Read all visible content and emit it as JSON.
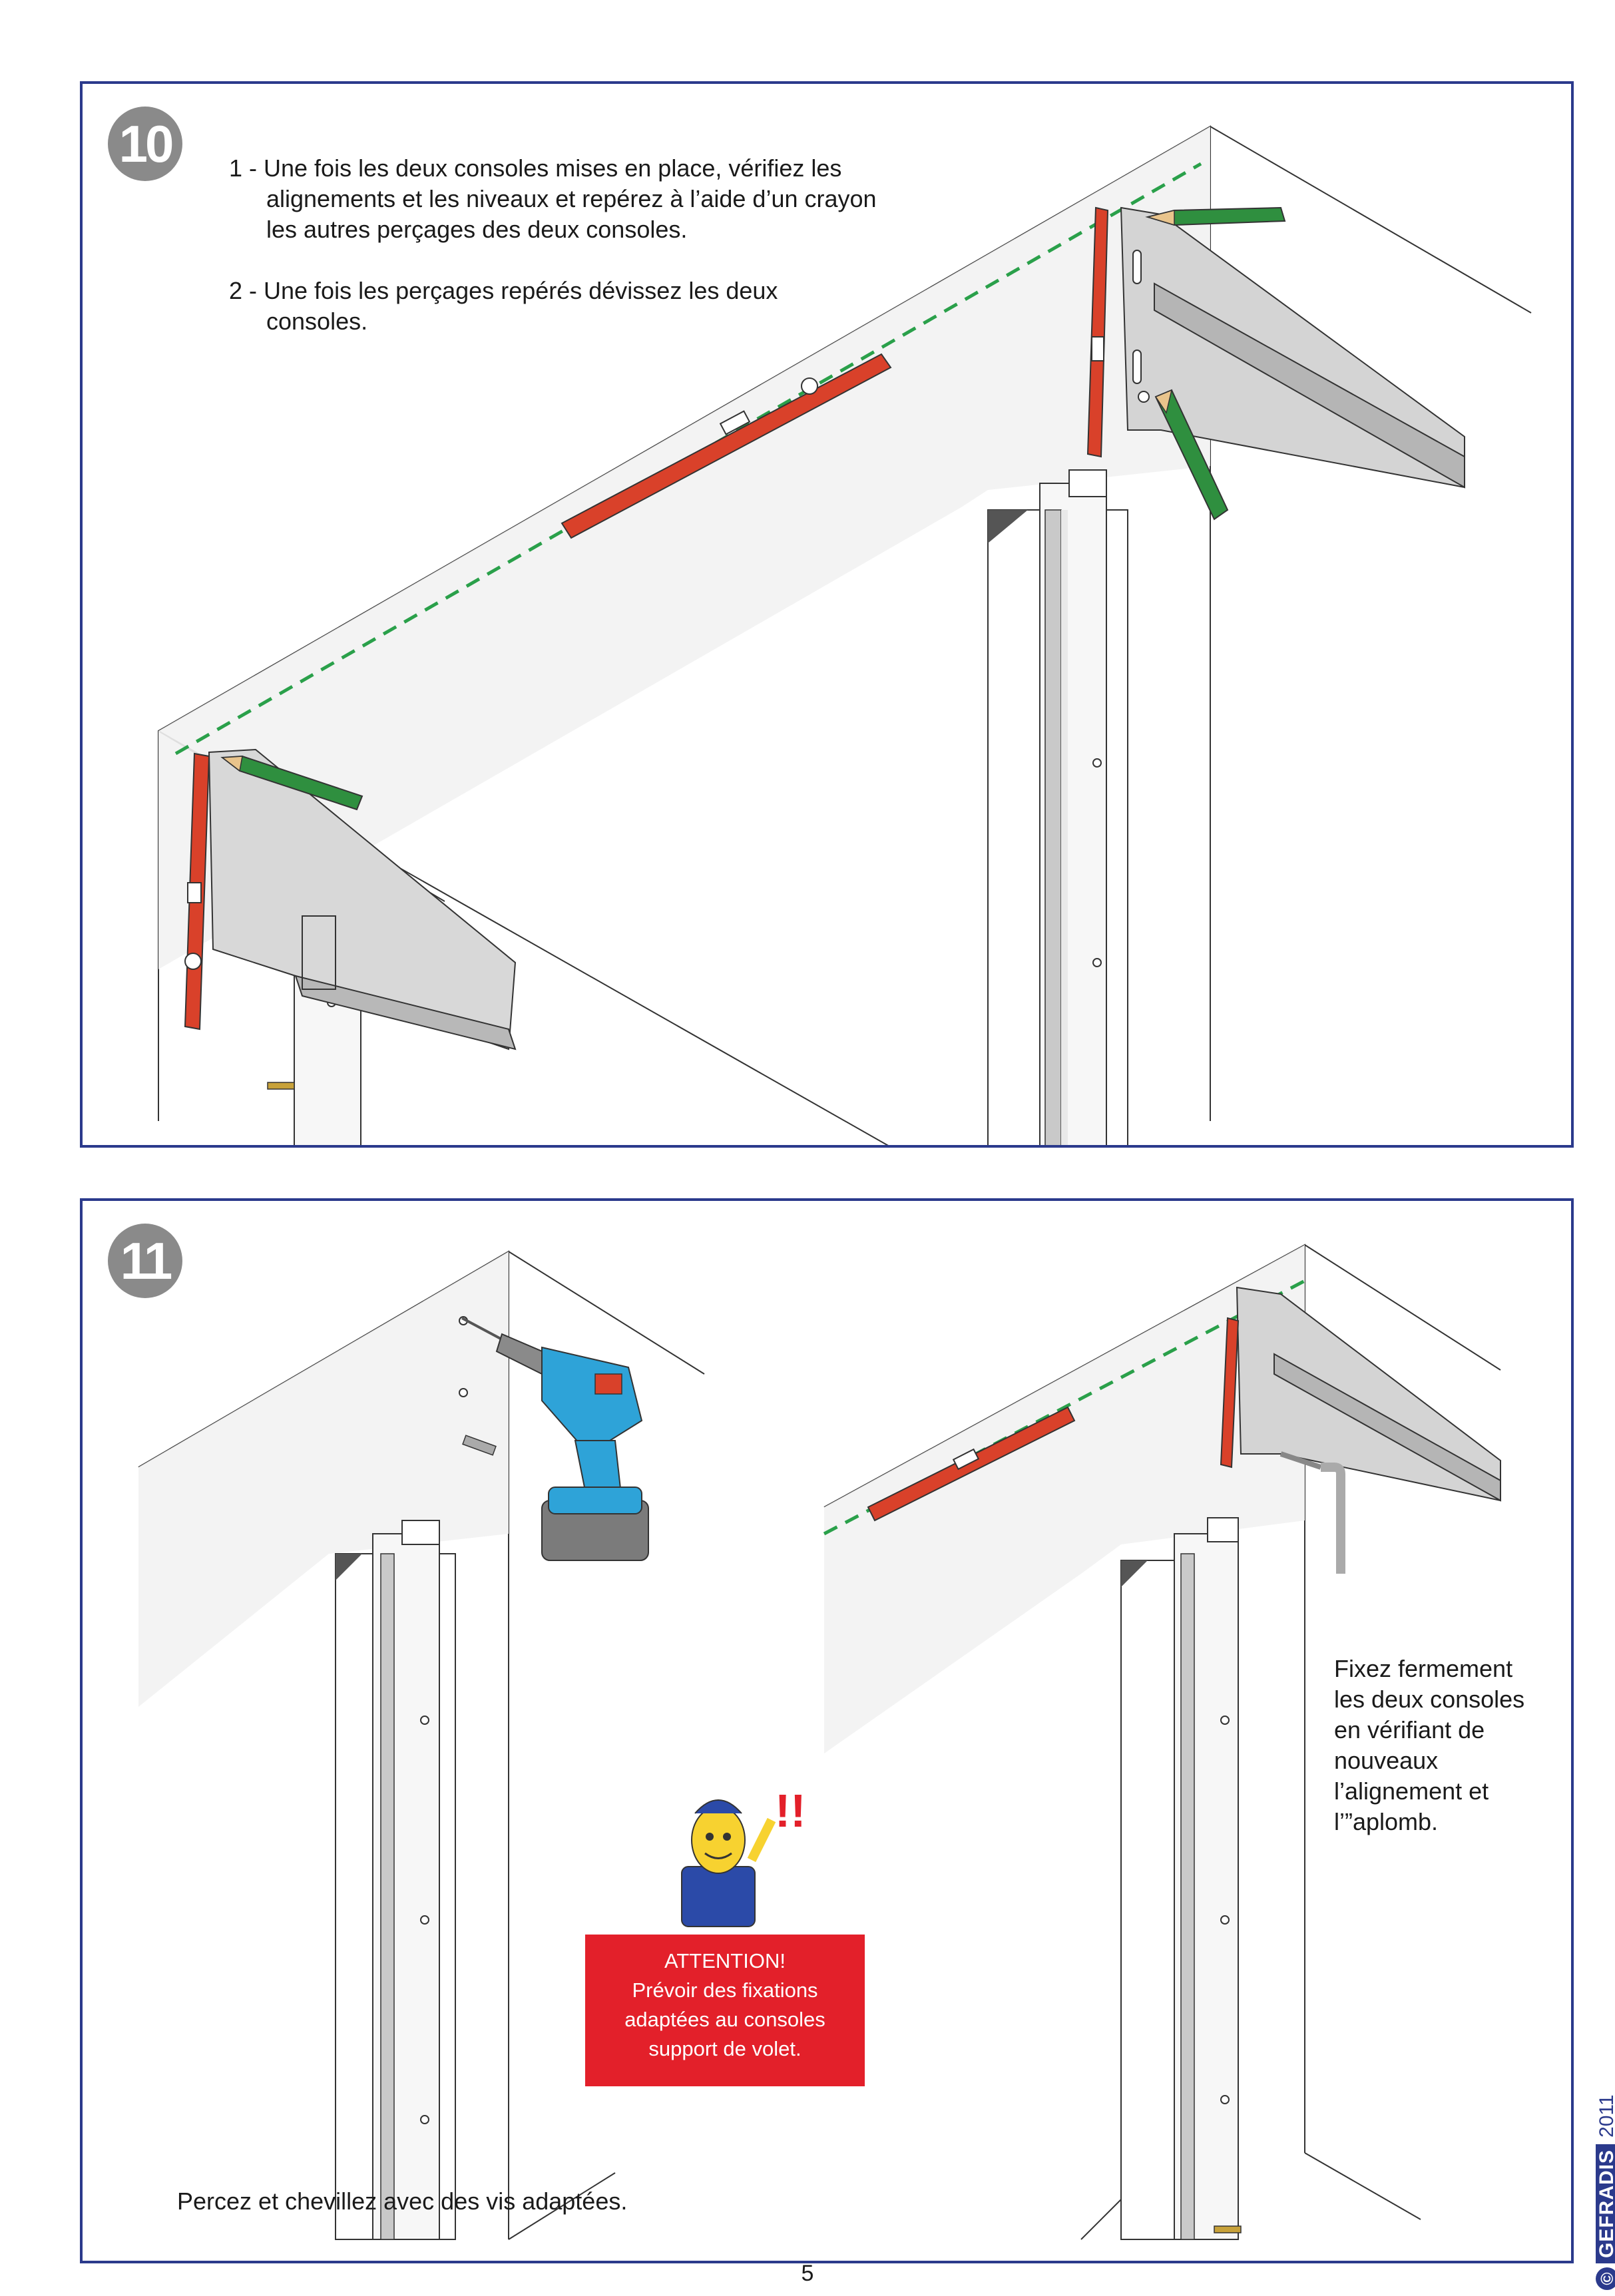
{
  "steps": [
    {
      "number": "10",
      "instructions": [
        "1 - Une fois les deux consoles mises en place, vérifiez les alignements et les niveaux et repérez à l’aide d’un crayon les autres perçages des deux consoles.",
        "2 - Une fois les perçages repérés dévissez les deux consoles."
      ]
    },
    {
      "number": "11",
      "left_caption": "Percez et chevillez avec des vis adaptées.",
      "right_caption": "Fixez fermement les deux consoles en vérifiant de nouveaux l’alignement et l’”aplomb.",
      "warning": {
        "title": "ATTENTION!",
        "lines": [
          "Prévoir des fixations",
          "adaptées au consoles",
          "support de volet."
        ]
      }
    }
  ],
  "footer": {
    "page_number": "5",
    "copyright_symbol": "©",
    "brand": "GEFRADIS",
    "year": "2011"
  },
  "colors": {
    "frame_border": "#2b3a8c",
    "spirit_level": "#d9412a",
    "pencil": "#2f8f3f",
    "chalk_line": "#2aa04a",
    "warning_bg": "#e3202a",
    "drill_body": "#2ea3d8",
    "badge": "#8a8a8a"
  },
  "icons": [
    "spirit-level-icon",
    "pencil-icon",
    "bracket-icon",
    "drill-icon",
    "mascot-icon",
    "wrench-icon"
  ]
}
